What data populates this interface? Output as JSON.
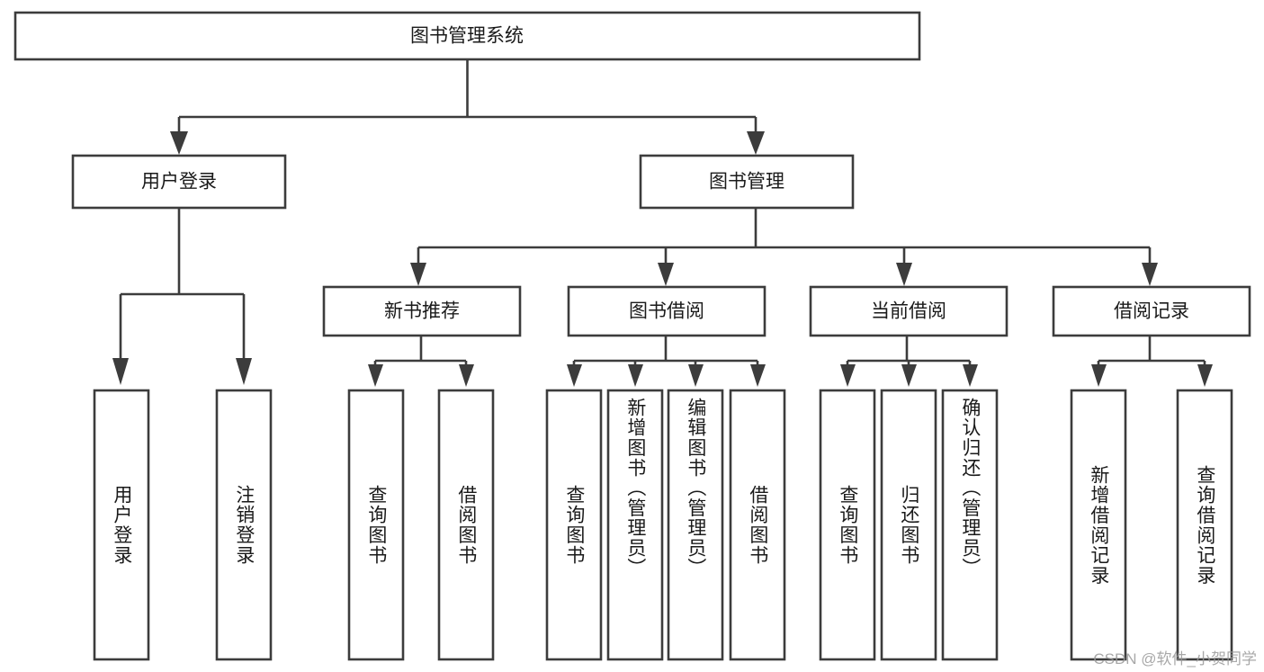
{
  "diagram": {
    "type": "hierarchy-tree",
    "title": "图书管理系统",
    "watermark": "CSDN @软件_小贺同学",
    "colors": {
      "box_stroke": "#3c3c3c",
      "box_fill": "#ffffff",
      "text": "#1a1a1a",
      "background": "#ffffff",
      "watermark": "#9a9a9a"
    },
    "root": {
      "label": "图书管理系统"
    },
    "level2": [
      {
        "label": "用户登录"
      },
      {
        "label": "图书管理"
      }
    ],
    "level3": [
      {
        "label": "新书推荐"
      },
      {
        "label": "图书借阅"
      },
      {
        "label": "当前借阅"
      },
      {
        "label": "借阅记录"
      }
    ],
    "leaves": {
      "user_login": [
        {
          "label": "用户登录"
        },
        {
          "label": "注销登录"
        }
      ],
      "new_book_recommend": [
        {
          "label": "查询图书"
        },
        {
          "label": "借阅图书"
        }
      ],
      "book_borrow": [
        {
          "label": "查询图书"
        },
        {
          "label": "新增图书（管理员）"
        },
        {
          "label": "编辑图书（管理员）"
        },
        {
          "label": "借阅图书"
        }
      ],
      "current_borrow": [
        {
          "label": "查询图书"
        },
        {
          "label": "归还图书"
        },
        {
          "label": "确认归还（管理员）"
        }
      ],
      "borrow_records": [
        {
          "label": "新增借阅记录"
        },
        {
          "label": "查询借阅记录"
        }
      ]
    }
  }
}
